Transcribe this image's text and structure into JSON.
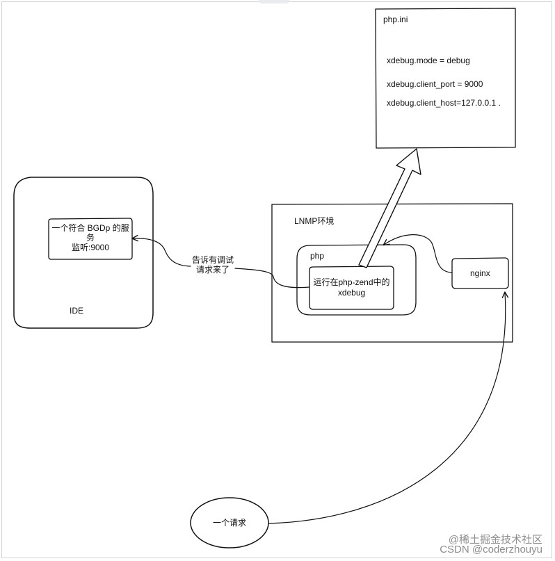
{
  "ini_box": {
    "title": "php.ini",
    "line1": "xdebug.mode = debug",
    "line2": "xdebug.client_port = 9000",
    "line3": "xdebug.client_host=127.0.0.1 ."
  },
  "ide": {
    "service_line1": "一个符合 BGDp 的服务",
    "service_line2": "监听:9000",
    "label": "IDE"
  },
  "lnmp": {
    "label": "LNMP环境",
    "php_label": "php",
    "xdebug_line1": "运行在php-zend中的",
    "xdebug_line2": "xdebug",
    "nginx_label": "nginx"
  },
  "arrow_label": "告诉有调试请求来了",
  "request_label": "一个请求",
  "watermark": {
    "line1": "@稀土掘金技术社区",
    "line2": "CSDN @coderzhouyu"
  }
}
